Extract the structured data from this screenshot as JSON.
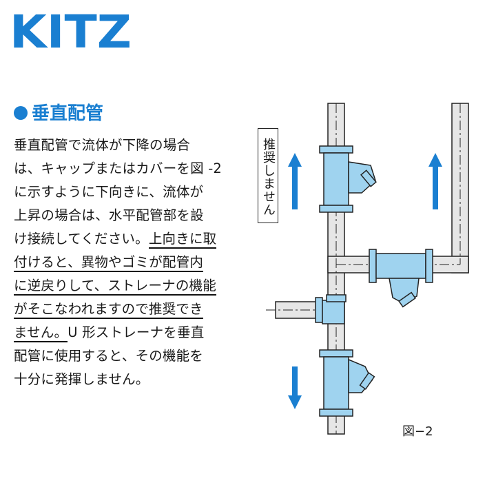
{
  "logo": {
    "text": "KITZ"
  },
  "heading": {
    "text": "垂直配管"
  },
  "body_lines": [
    {
      "pre": "垂直配管で流体が下降の場合",
      "u": ""
    },
    {
      "pre": "は、キャップまたはカバーを図 -2",
      "u": ""
    },
    {
      "pre": "に示すように下向きに、流体が",
      "u": ""
    },
    {
      "pre": "上昇の場合は、水平配管部を設",
      "u": ""
    },
    {
      "pre": "け接続してください。",
      "u": "上向きに取"
    },
    {
      "pre": "",
      "u": "付けると、異物やゴミが配管内"
    },
    {
      "pre": "",
      "u": "に逆戻りして、ストレーナの機能"
    },
    {
      "pre": "",
      "u": "がそこなわれますので推奨でき"
    },
    {
      "pre": "",
      "u": "ません。",
      "post": "U 形ストレーナを垂直"
    },
    {
      "pre": "配管に使用すると、その機能を",
      "u": ""
    },
    {
      "pre": "十分に発揮しません。",
      "u": ""
    }
  ],
  "diagram": {
    "not_recommended_label": "推奨しません",
    "figure_label": "図−2",
    "colors": {
      "valve": "#9fd3ef",
      "pipe": "#e6e6e6",
      "arrow": "#1a7fd1",
      "outline": "#222222"
    }
  }
}
